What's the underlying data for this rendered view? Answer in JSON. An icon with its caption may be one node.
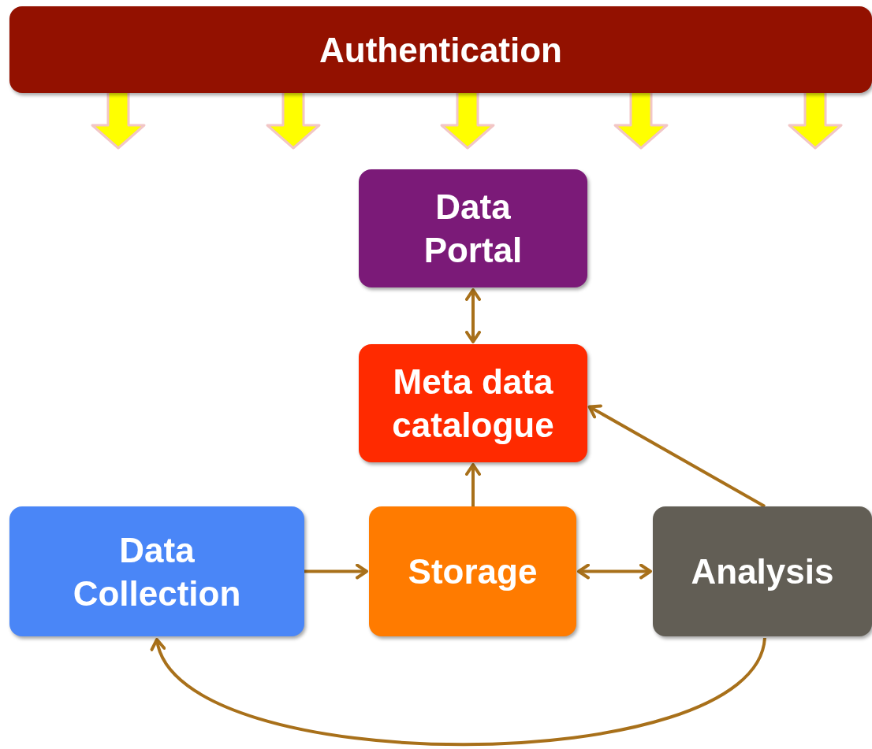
{
  "diagram": {
    "nodes": [
      {
        "text": [
          "Authentication"
        ]
      },
      {
        "text": [
          "Data Portal"
        ]
      },
      {
        "text": [
          "Meta data catalogue"
        ]
      },
      {
        "text": [
          "Data Collection"
        ]
      },
      {
        "text": [
          "Storage"
        ]
      },
      {
        "text": [
          "Analysis"
        ]
      }
    ],
    "edges": [
      {
        "from": 0,
        "to": null,
        "arrow": "to",
        "style": "thick",
        "color": "#ffff00"
      },
      {
        "from": 0,
        "to": null,
        "arrow": "to",
        "style": "thick",
        "color": "#ffff00"
      },
      {
        "from": 0,
        "to": null,
        "arrow": "to",
        "style": "thick",
        "color": "#ffff00"
      },
      {
        "from": 0,
        "to": null,
        "arrow": "to",
        "style": "thick",
        "color": "#ffff00"
      },
      {
        "from": 0,
        "to": null,
        "arrow": "to",
        "style": "thick",
        "color": "#ffff00"
      },
      {
        "from": 1,
        "to": 2,
        "arrow": "both"
      },
      {
        "from": 4,
        "to": 2,
        "arrow": "to"
      },
      {
        "from": 5,
        "to": 2,
        "arrow": "to"
      },
      {
        "from": 3,
        "to": 4,
        "arrow": "to"
      },
      {
        "from": 4,
        "to": 5,
        "arrow": "both"
      },
      {
        "from": 5,
        "to": 3,
        "arrow": "to"
      }
    ]
  }
}
